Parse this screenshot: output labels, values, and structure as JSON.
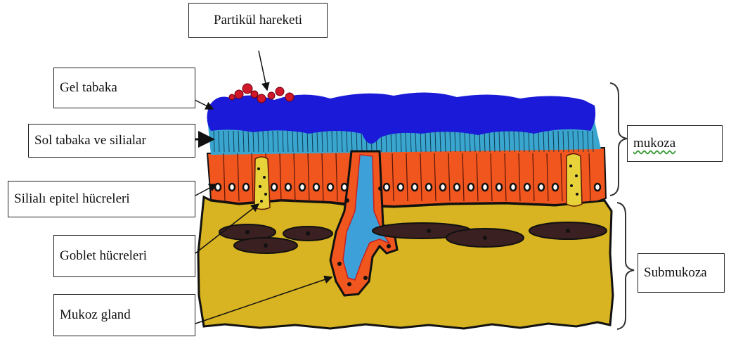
{
  "labels": {
    "partikul": "Partikül hareketi",
    "gel": "Gel tabaka",
    "sol": "Sol tabaka ve silialar",
    "silial": "Silialı epitel hücreleri",
    "goblet": "Goblet hücreleri",
    "gland": "Mukoz gland",
    "mukoza": "mukoza",
    "submukoza": "Submukoza"
  },
  "colors": {
    "gel_layer": "#1a1ad8",
    "sol_layer": "#3aa6cf",
    "epithelium": "#f0561e",
    "submucosa": "#d8b322",
    "particles": "#d0182a",
    "vessels": "#3a2020",
    "gland_lumen": "#3ea0d8"
  }
}
